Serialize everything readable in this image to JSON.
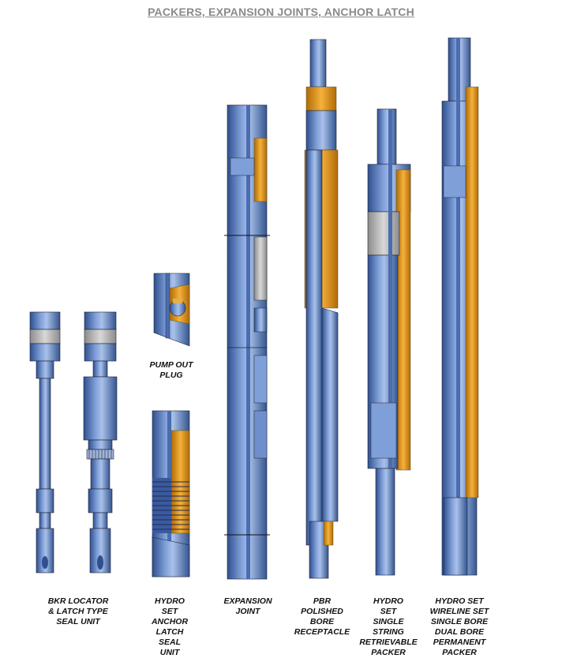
{
  "title": "PACKERS, EXPANSION JOINTS, ANCHOR LATCH",
  "colors": {
    "steel": "#5a7fc4",
    "steel_dark": "#2f4f8f",
    "steel_light": "#a9c1ea",
    "brass": "#e39a1c",
    "brass_dark": "#b06a06",
    "grey_band": "#b9b9b9"
  },
  "tools": [
    {
      "id": "bkr",
      "lines": [
        "BKR LOCATOR",
        "& LATCH TYPE",
        "SEAL UNIT"
      ]
    },
    {
      "id": "pump",
      "lines": [
        "PUMP OUT",
        "PLUG"
      ]
    },
    {
      "id": "anchor",
      "lines": [
        "HYDRO",
        "SET",
        "ANCHOR",
        "LATCH",
        "SEAL",
        "UNIT"
      ]
    },
    {
      "id": "expansion",
      "lines": [
        "EXPANSION",
        "JOINT"
      ]
    },
    {
      "id": "pbr",
      "lines": [
        "PBR",
        "POLISHED",
        "BORE",
        "RECEPTACLE"
      ]
    },
    {
      "id": "single",
      "lines": [
        "HYDRO",
        "SET",
        "SINGLE",
        "STRING",
        "RETRIEVABLE",
        "PACKER"
      ]
    },
    {
      "id": "dual",
      "lines": [
        "HYDRO SET",
        "WIRELINE SET",
        "SINGLE BORE",
        "DUAL BORE",
        "PERMANENT",
        "PACKER"
      ]
    }
  ]
}
